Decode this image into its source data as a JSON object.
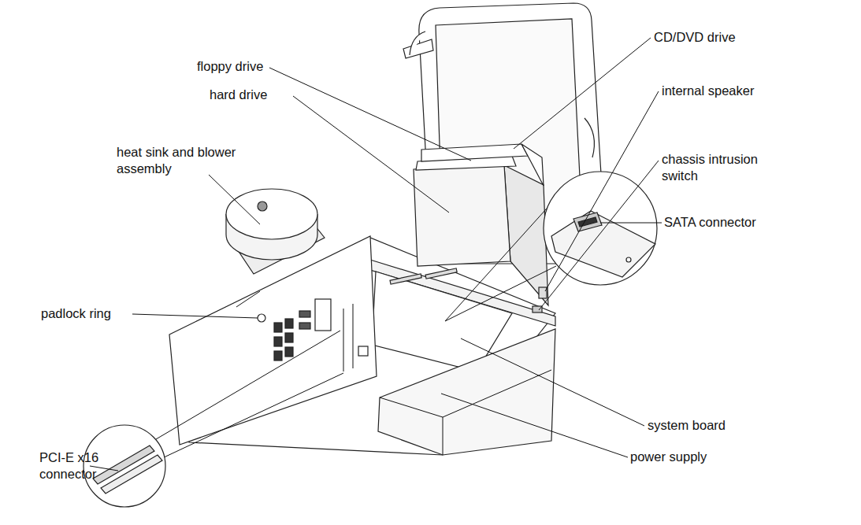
{
  "diagram": {
    "labels": [
      "floppy drive",
      "CD/DVD drive",
      "hard drive",
      "internal speaker",
      "heat sink and blower assembly",
      "chassis intrusion switch",
      "SATA connector",
      "padlock ring",
      "system board",
      "PCI-E x16 connector",
      "power supply"
    ]
  }
}
